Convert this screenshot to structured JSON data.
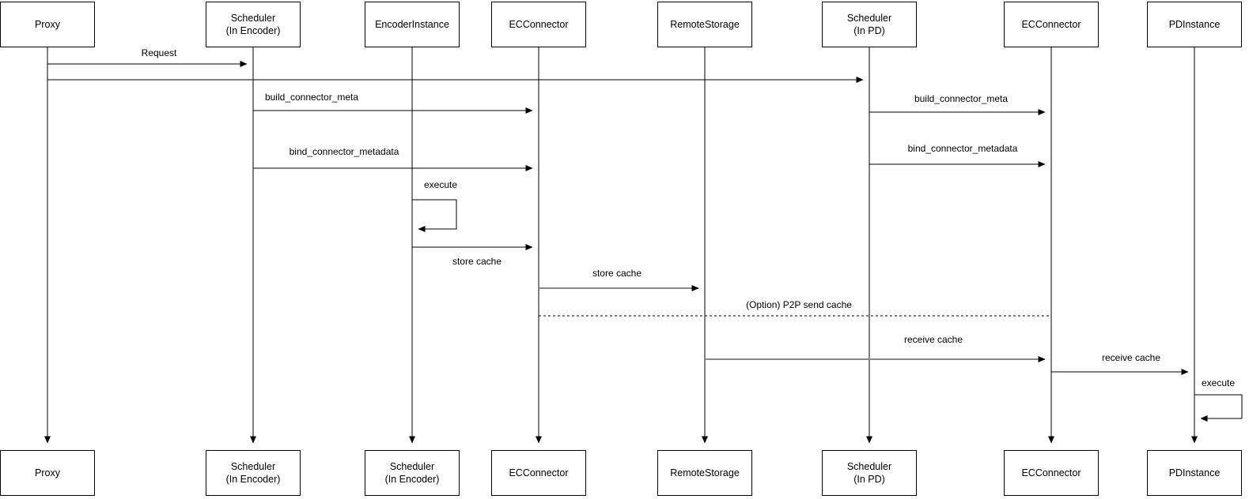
{
  "diagram": {
    "type": "sequence-diagram",
    "colors": {
      "line": "#000000",
      "muted_line": "#888888",
      "box_border": "#000000",
      "box_fill": "#ffffff",
      "background": "#ffffff",
      "text": "#000000"
    },
    "participants": [
      {
        "top_label": "Proxy",
        "bottom_label": "Proxy"
      },
      {
        "top_label": "Scheduler\n(In Encoder)",
        "bottom_label": "Scheduler\n(In Encoder)"
      },
      {
        "top_label": "EncoderInstance",
        "bottom_label": "Scheduler\n(In Encoder)"
      },
      {
        "top_label": "ECConnector",
        "bottom_label": "ECConnector"
      },
      {
        "top_label": "RemoteStorage",
        "bottom_label": "RemoteStorage"
      },
      {
        "top_label": "Scheduler\n(In PD)",
        "bottom_label": "Scheduler\n(In PD)"
      },
      {
        "top_label": "ECConnector",
        "bottom_label": "ECConnector"
      },
      {
        "top_label": "PDInstance",
        "bottom_label": "PDInstance"
      }
    ],
    "messages": [
      {
        "label": "Request",
        "from": "Proxy",
        "to": "Scheduler (In Encoder)",
        "style": "solid"
      },
      {
        "label": "",
        "from": "Proxy",
        "to": "Scheduler (In PD)",
        "style": "solid"
      },
      {
        "label": "build_connector_meta",
        "from": "Scheduler (In Encoder)",
        "to": "ECConnector",
        "style": "solid"
      },
      {
        "label": "build_connector_meta",
        "from": "Scheduler (In PD)",
        "to": "ECConnector",
        "style": "solid"
      },
      {
        "label": "bind_connector_metadata",
        "from": "Scheduler (In Encoder)",
        "to": "ECConnector",
        "style": "solid"
      },
      {
        "label": "bind_connector_metadata",
        "from": "Scheduler (In PD)",
        "to": "ECConnector",
        "style": "solid"
      },
      {
        "label": "execute",
        "from": "EncoderInstance",
        "to": "EncoderInstance",
        "style": "self-loop"
      },
      {
        "label": "store cache",
        "from": "EncoderInstance",
        "to": "ECConnector",
        "style": "solid"
      },
      {
        "label": "store cache",
        "from": "ECConnector",
        "to": "RemoteStorage",
        "style": "solid-muted"
      },
      {
        "label": "(Option) P2P send cache",
        "from": "ECConnector",
        "to": "ECConnector (PD side)",
        "style": "dashed"
      },
      {
        "label": "receive cache",
        "from": "RemoteStorage",
        "to": "ECConnector (PD side)",
        "style": "solid-muted"
      },
      {
        "label": "receive cache",
        "from": "ECConnector (PD side)",
        "to": "PDInstance",
        "style": "solid"
      },
      {
        "label": "execute",
        "from": "PDInstance",
        "to": "PDInstance",
        "style": "self-loop"
      }
    ]
  }
}
